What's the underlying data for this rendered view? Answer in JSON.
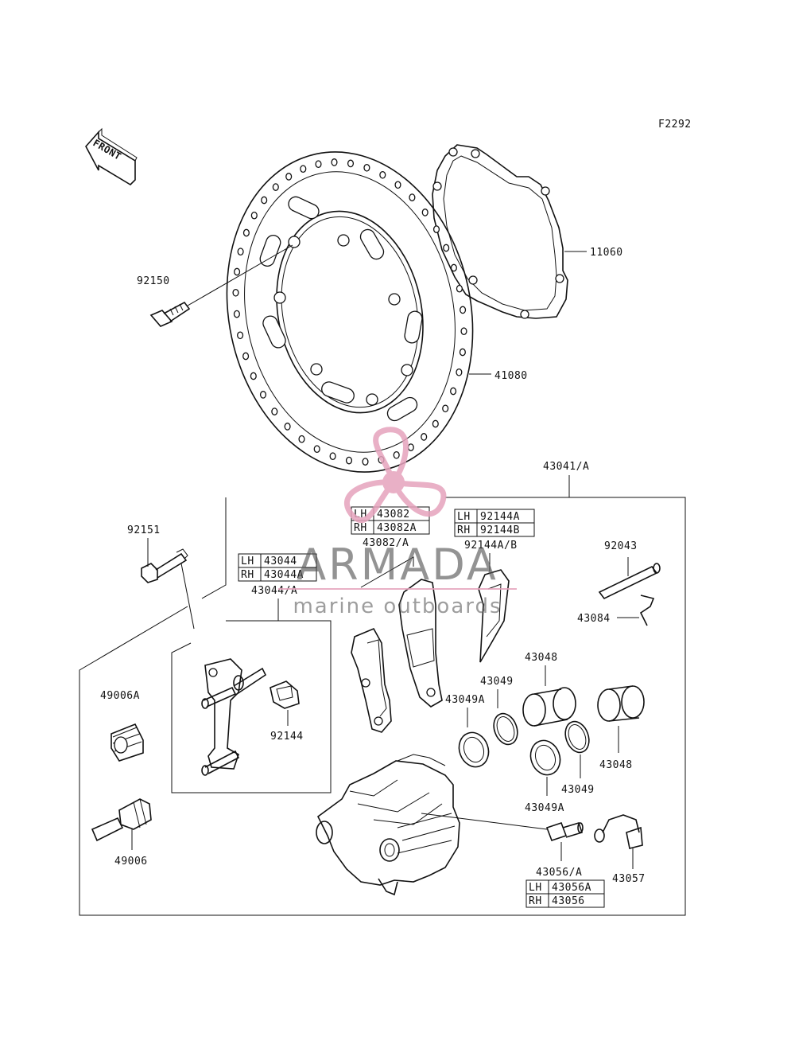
{
  "figure_code": "F2292",
  "front_label": "FRONT",
  "parts": {
    "p11060": "11060",
    "p41080": "41080",
    "p92150": "92150",
    "p92151": "92151",
    "p43041": "43041/A",
    "p92043": "92043",
    "p43084": "43084",
    "p43082": "43082/A",
    "p92144ab": "92144A/B",
    "p43044": "43044/A",
    "p49006A": "49006A",
    "p49006": "49006",
    "p92144": "92144",
    "p43048a": "43048",
    "p43049a": "43049",
    "p43049Aa": "43049A",
    "p43048b": "43048",
    "p43049b": "43049",
    "p43049Ab": "43049A",
    "p43056": "43056/A",
    "p43057": "43057"
  },
  "tables": {
    "t43082": [
      [
        "LH",
        "43082"
      ],
      [
        "RH",
        "43082A"
      ]
    ],
    "t92144": [
      [
        "LH",
        "92144A"
      ],
      [
        "RH",
        "92144B"
      ]
    ],
    "t43044": [
      [
        "LH",
        "43044"
      ],
      [
        "RH",
        "43044A"
      ]
    ],
    "t43056": [
      [
        "LH",
        "43056A"
      ],
      [
        "RH",
        "43056"
      ]
    ]
  },
  "watermark": {
    "brand": "ARMADA",
    "tagline": "marine outboards",
    "color": "#e6a3bd"
  }
}
